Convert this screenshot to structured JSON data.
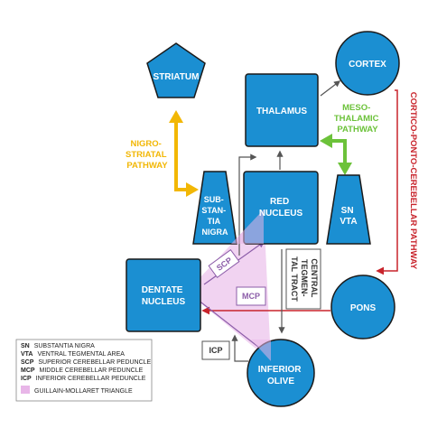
{
  "nodes": {
    "cortex": "CORTEX",
    "striatum": "STRIATUM",
    "thalamus": "THALAMUS",
    "substantia_nigra": [
      "SUB-",
      "STAN-",
      "TIA",
      "NIGRA"
    ],
    "red_nucleus": [
      "RED",
      "NUCLEUS"
    ],
    "sn_vta": [
      "SN",
      "VTA"
    ],
    "dentate_nucleus": [
      "DENTATE",
      "NUCLEUS"
    ],
    "pons": "PONS",
    "inferior_olive": [
      "INFERIOR",
      "OLIVE"
    ]
  },
  "pathways": {
    "nigrostriatal": [
      "NIGRO-",
      "STRIATAL",
      "PATHWAY"
    ],
    "mesothalamic": [
      "MESO-",
      "THALAMIC",
      "PATHWAY"
    ],
    "cortico_ponto_cerebellar": "CORTICO-PONTO-CEREBELLAR PATHWAY",
    "central_tegmental_tract": [
      "CENTRAL",
      "TEGMEN-",
      "TAL TRACT"
    ]
  },
  "tags": {
    "scp": "SCP",
    "mcp": "MCP",
    "icp": "ICP"
  },
  "legend": [
    {
      "abbr": "SN",
      "text": "SUBSTANTIA NIGRA"
    },
    {
      "abbr": "VTA",
      "text": "VENTRAL TEGMENTAL AREA"
    },
    {
      "abbr": "SCP",
      "text": "SUPERIOR CEREBELLAR PEDUNCLE"
    },
    {
      "abbr": "MCP",
      "text": "MIDDLE CEREBELLAR PEDUNCLE"
    },
    {
      "abbr": "ICP",
      "text": "INFERIOR CEREBELLAR PEDUNCLE"
    }
  ],
  "legend_triangle_label": "GUILLAIN-MOLLARET TRIANGLE",
  "colors": {
    "node_fill": "#1b8fd2",
    "node_stroke": "#1a1a1a",
    "nigrostriatal": "#f2b705",
    "mesothalamic": "#6cc23a",
    "cortico_ponto_cerebellar": "#c8242c",
    "triangle_fill": "#e8b6e8",
    "triangle_line": "#8b5ca8",
    "arrow_gray": "#555555"
  }
}
